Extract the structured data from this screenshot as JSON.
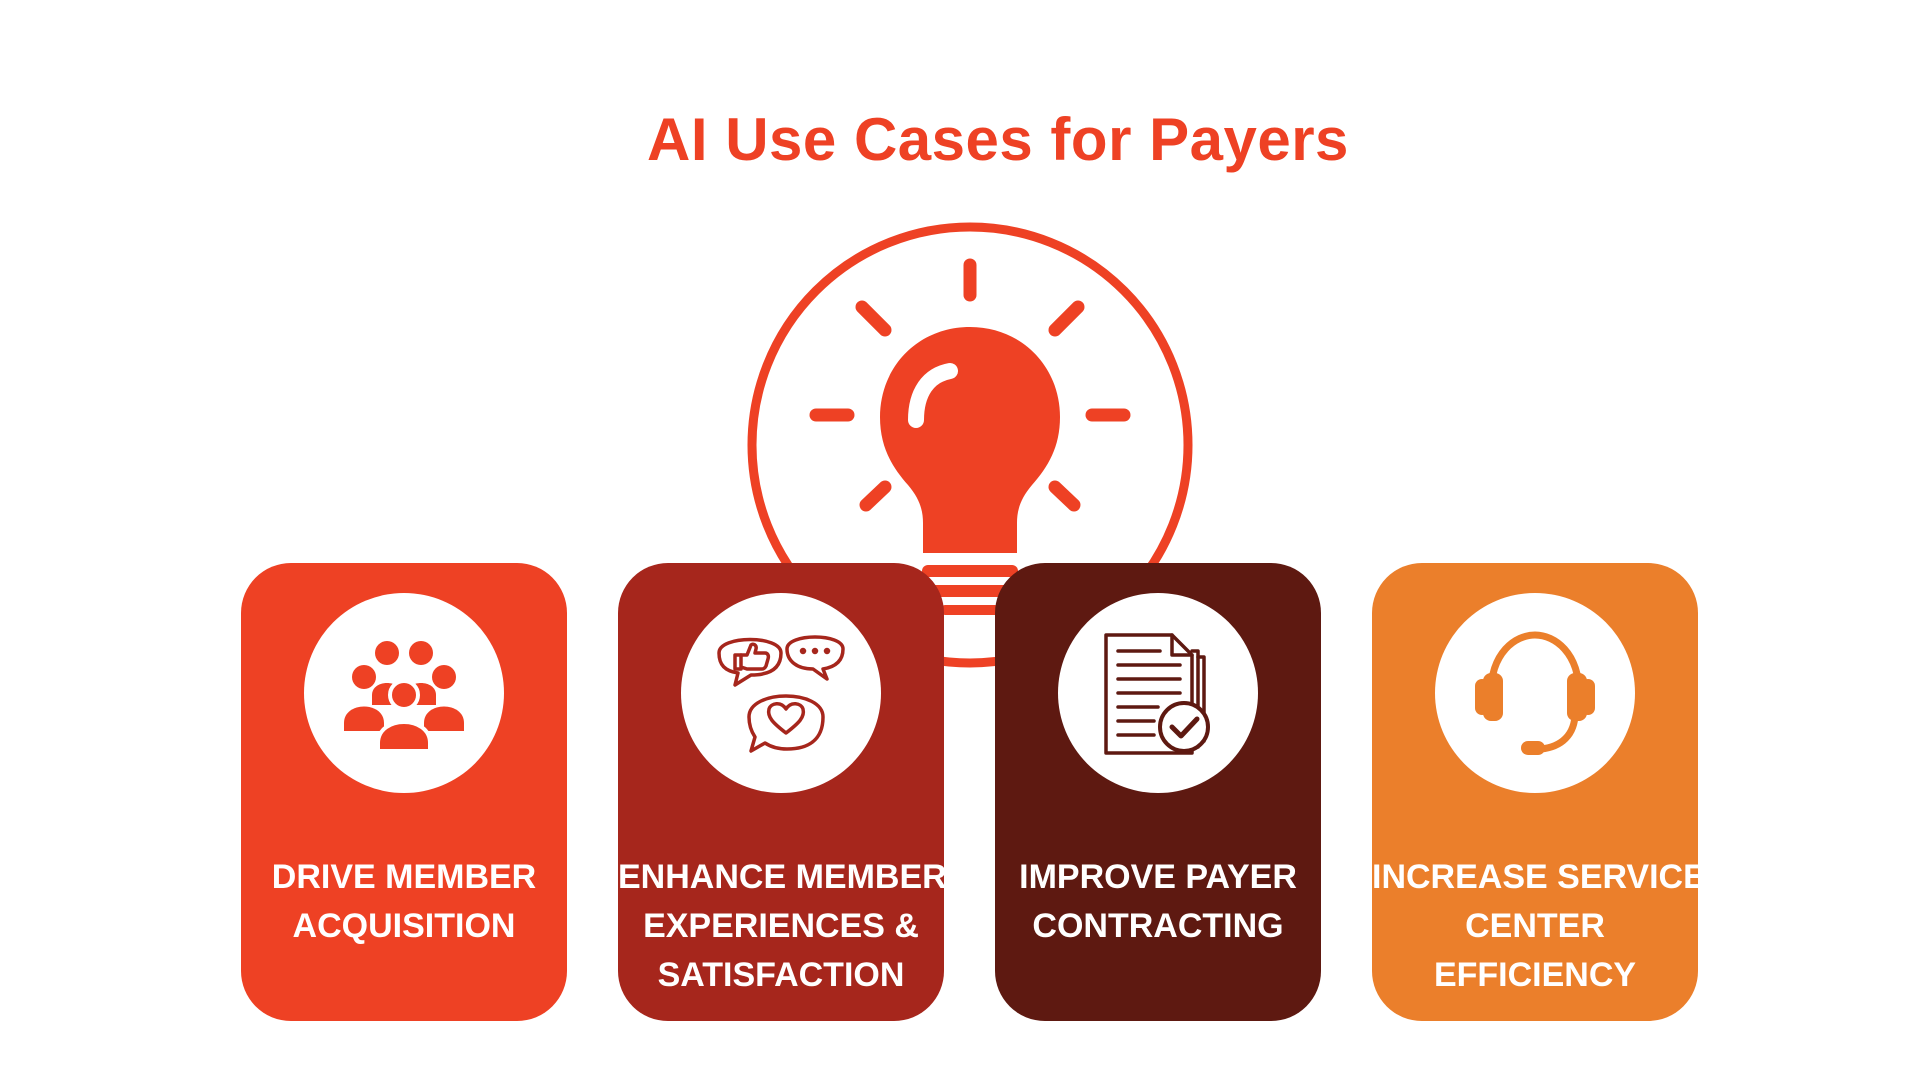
{
  "title": "AI Use Cases for Payers",
  "colors": {
    "accent": "#EE4124",
    "card1": "#EE4124",
    "card2": "#A6261C",
    "card3": "#5E1911",
    "card4": "#EB7F2B"
  },
  "central_icon": "lightbulb-icon",
  "cards": [
    {
      "icon": "group-of-people-icon",
      "lines": [
        "DRIVE MEMBER",
        "ACQUISITION"
      ]
    },
    {
      "icon": "chat-bubbles-feedback-icon",
      "lines": [
        "ENHANCE MEMBER",
        "EXPERIENCES &",
        "SATISFACTION"
      ]
    },
    {
      "icon": "document-checkmark-icon",
      "lines": [
        "IMPROVE PAYER",
        "CONTRACTING"
      ]
    },
    {
      "icon": "headset-icon",
      "lines": [
        "INCREASE SERVICE",
        "CENTER",
        "EFFICIENCY"
      ]
    }
  ]
}
